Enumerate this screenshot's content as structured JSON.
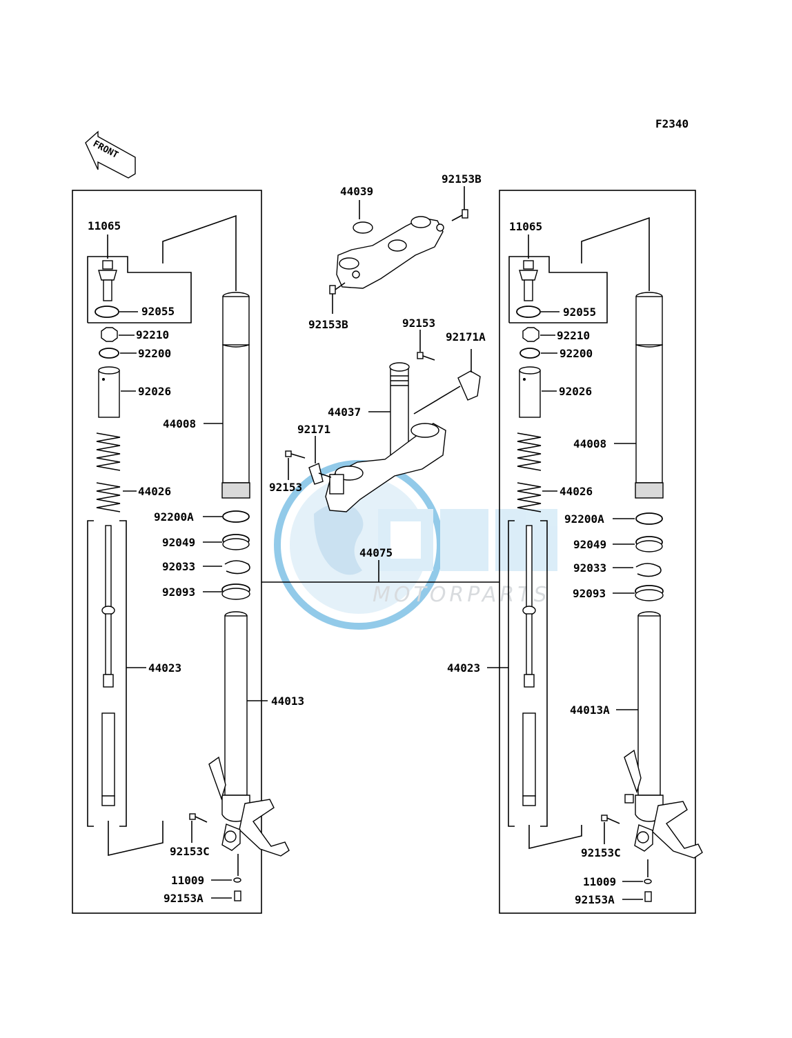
{
  "diagram": {
    "code": "F2340",
    "front_arrow_label": "FRONT",
    "watermark": {
      "logo_text": "OSM",
      "sub_text": "MOTORPARTS",
      "accent_color": "#3aa0d8"
    }
  },
  "labels": {
    "left": {
      "p11065": "11065",
      "p92055": "92055",
      "p92210": "92210",
      "p92200": "92200",
      "p92026": "92026",
      "p44008": "44008",
      "p44026": "44026",
      "p92200A": "92200A",
      "p92049": "92049",
      "p92033": "92033",
      "p92093": "92093",
      "p44023": "44023",
      "p44013": "44013",
      "p92153C": "92153C",
      "p11009": "11009",
      "p92153A": "92153A"
    },
    "center": {
      "p44039": "44039",
      "p92153B_top": "92153B",
      "p92153B_bottom": "92153B",
      "p92153_top": "92153",
      "p92171A": "92171A",
      "p44037": "44037",
      "p92171": "92171",
      "p92153_left": "92153",
      "p44075": "44075"
    },
    "right": {
      "p11065": "11065",
      "p92055": "92055",
      "p92210": "92210",
      "p92200": "92200",
      "p92026": "92026",
      "p44008": "44008",
      "p44026": "44026",
      "p92200A": "92200A",
      "p92049": "92049",
      "p92033": "92033",
      "p92093": "92093",
      "p44023": "44023",
      "p44013A": "44013A",
      "p92153C": "92153C",
      "p11009": "11009",
      "p92153A": "92153A"
    }
  }
}
